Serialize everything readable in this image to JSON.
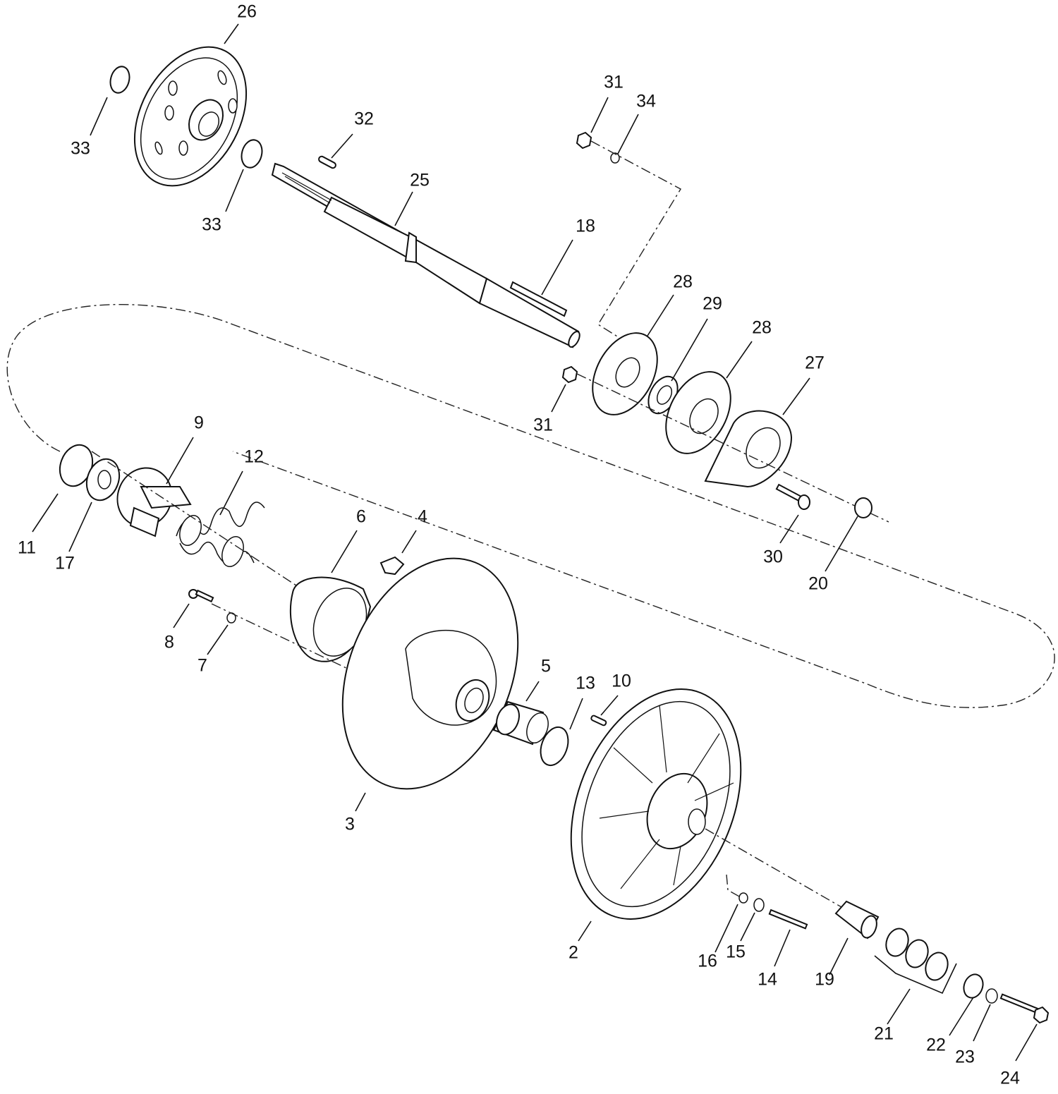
{
  "diagram": {
    "callouts": [
      "26",
      "33",
      "33",
      "32",
      "25",
      "31",
      "34",
      "18",
      "28",
      "29",
      "28",
      "27",
      "31",
      "9",
      "12",
      "11",
      "17",
      "6",
      "4",
      "30",
      "20",
      "8",
      "7",
      "5",
      "13",
      "10",
      "3",
      "2",
      "16",
      "15",
      "14",
      "19",
      "21",
      "22",
      "23",
      "24"
    ]
  },
  "colors": {
    "line": "#111111",
    "background": "#ffffff"
  }
}
